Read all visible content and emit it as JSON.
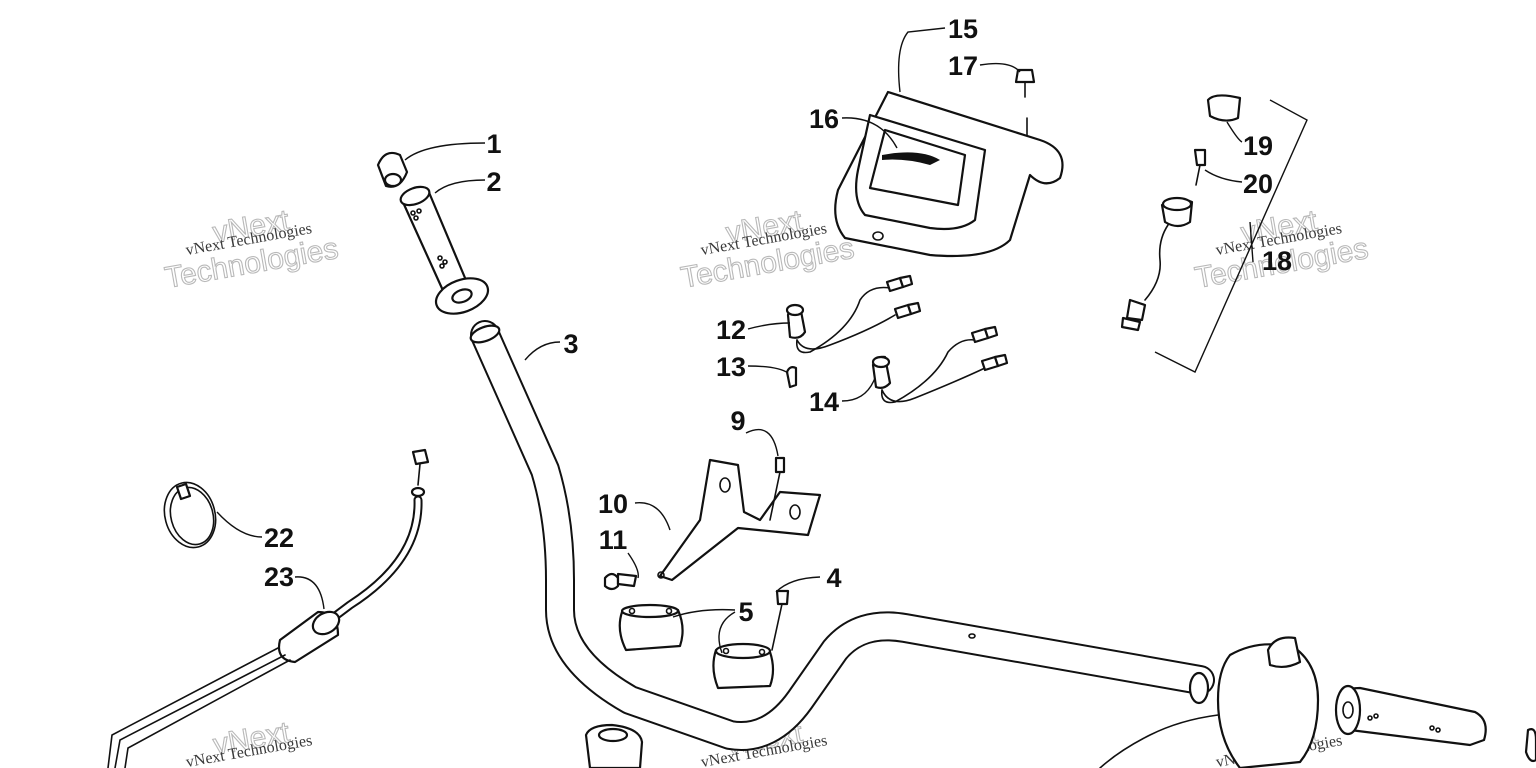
{
  "diagram": {
    "callouts": [
      "1",
      "2",
      "3",
      "4",
      "5",
      "9",
      "10",
      "11",
      "12",
      "13",
      "14",
      "15",
      "16",
      "17",
      "18",
      "19",
      "20",
      "22",
      "23"
    ],
    "watermark": {
      "line1": "vNext Technologies",
      "line2_a": "vNext",
      "line2_b": "Technologies"
    },
    "colors": {
      "ink": "#111111",
      "paper": "#ffffff",
      "watermark": "#b9b9b9"
    }
  }
}
